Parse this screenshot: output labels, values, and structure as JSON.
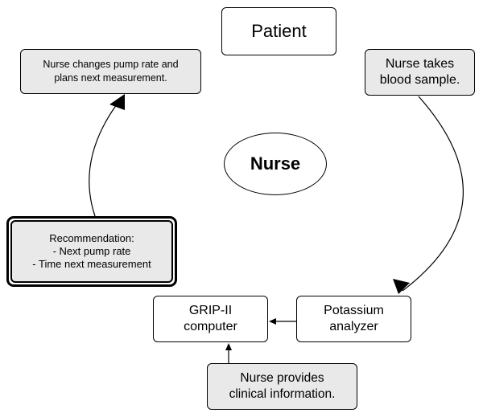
{
  "diagram": {
    "nodes": {
      "patient": "Patient",
      "pump": "Nurse changes pump rate and\nplans next measurement.",
      "sample": "Nurse takes\nblood sample.",
      "nurse": "Nurse",
      "reco": "Recommendation:\n- Next pump rate\n- Time next measurement",
      "grip": "GRIP-II\ncomputer",
      "analyzer": "Potassium\nanalyzer",
      "clinical": "Nurse provides\nclinical information."
    },
    "edges": [
      {
        "from": "sample",
        "to": "analyzer"
      },
      {
        "from": "analyzer",
        "to": "grip"
      },
      {
        "from": "clinical",
        "to": "grip"
      },
      {
        "from": "reco",
        "to": "pump"
      }
    ]
  }
}
